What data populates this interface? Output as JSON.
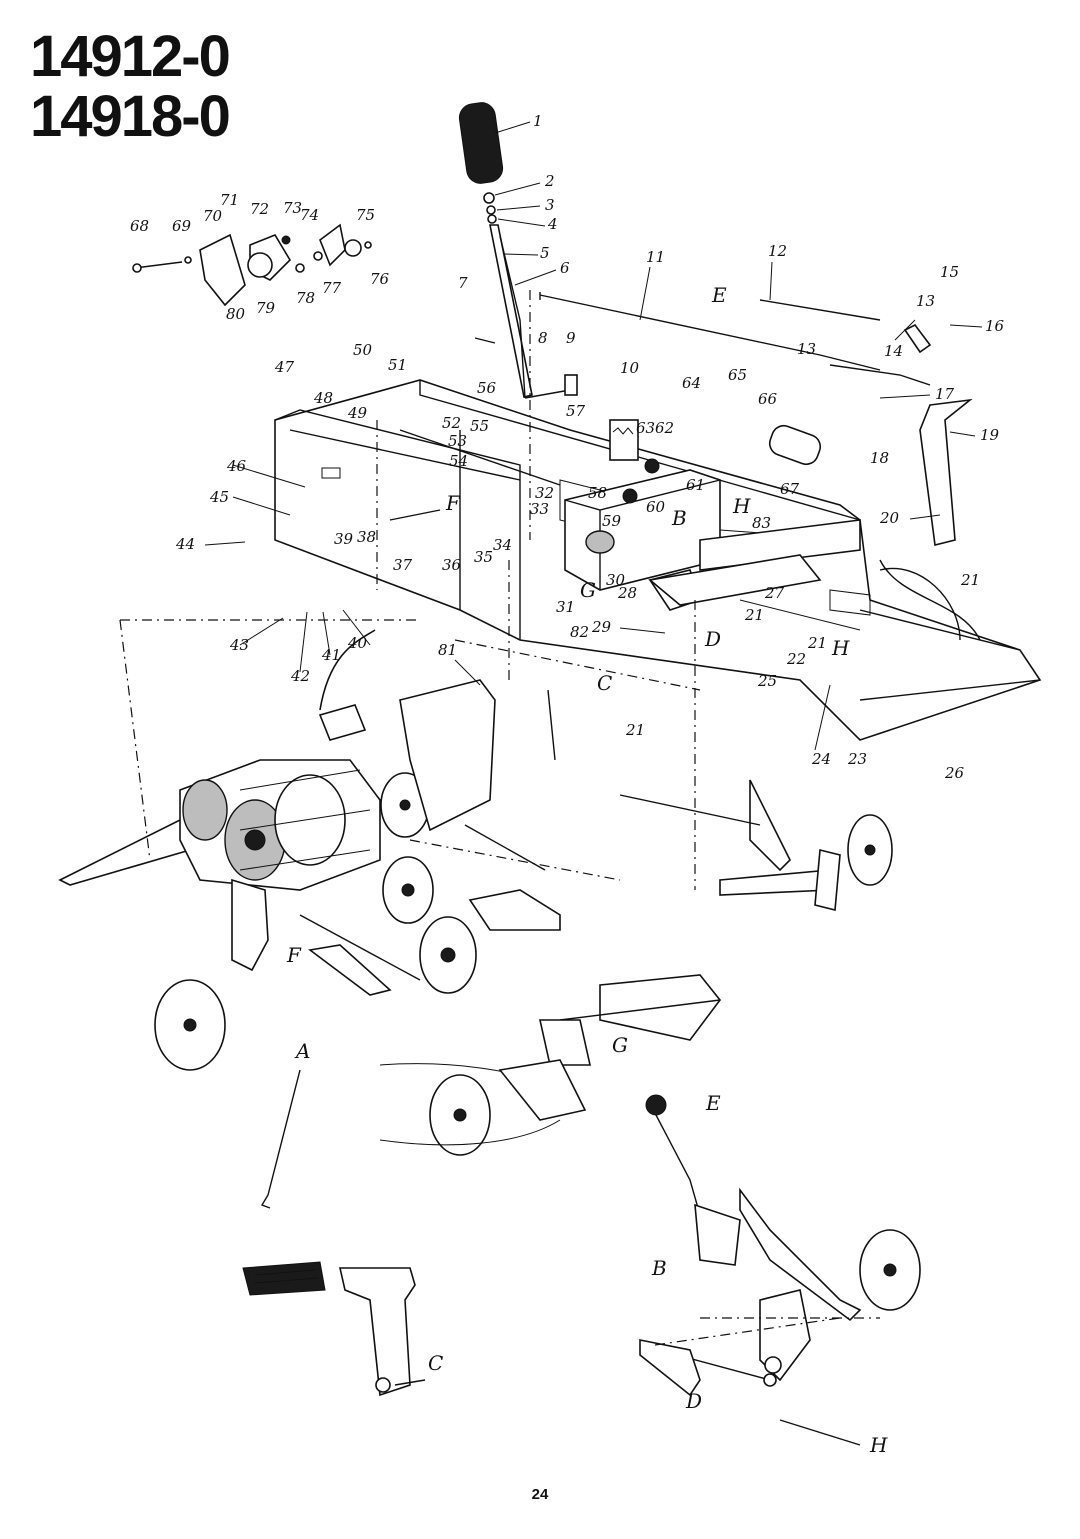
{
  "header": {
    "model_numbers": [
      "14912-0",
      "14918-0"
    ]
  },
  "footer": {
    "page_number": "24"
  },
  "callouts": [
    {
      "n": "1"
    },
    {
      "n": "2"
    },
    {
      "n": "3"
    },
    {
      "n": "4"
    },
    {
      "n": "5"
    },
    {
      "n": "6"
    },
    {
      "n": "7"
    },
    {
      "n": "8"
    },
    {
      "n": "9"
    },
    {
      "n": "10"
    },
    {
      "n": "11"
    },
    {
      "n": "12"
    },
    {
      "n": "13"
    },
    {
      "n": "13"
    },
    {
      "n": "14"
    },
    {
      "n": "15"
    },
    {
      "n": "16"
    },
    {
      "n": "17"
    },
    {
      "n": "18"
    },
    {
      "n": "19"
    },
    {
      "n": "20"
    },
    {
      "n": "21"
    },
    {
      "n": "21"
    },
    {
      "n": "21"
    },
    {
      "n": "21"
    },
    {
      "n": "22"
    },
    {
      "n": "23"
    },
    {
      "n": "24"
    },
    {
      "n": "25"
    },
    {
      "n": "26"
    },
    {
      "n": "27"
    },
    {
      "n": "28"
    },
    {
      "n": "29"
    },
    {
      "n": "30"
    },
    {
      "n": "31"
    },
    {
      "n": "32"
    },
    {
      "n": "33"
    },
    {
      "n": "34"
    },
    {
      "n": "35"
    },
    {
      "n": "36"
    },
    {
      "n": "37"
    },
    {
      "n": "38"
    },
    {
      "n": "39"
    },
    {
      "n": "40"
    },
    {
      "n": "41"
    },
    {
      "n": "42"
    },
    {
      "n": "43"
    },
    {
      "n": "44"
    },
    {
      "n": "45"
    },
    {
      "n": "46"
    },
    {
      "n": "47"
    },
    {
      "n": "48"
    },
    {
      "n": "49"
    },
    {
      "n": "50"
    },
    {
      "n": "51"
    },
    {
      "n": "52"
    },
    {
      "n": "53"
    },
    {
      "n": "54"
    },
    {
      "n": "55"
    },
    {
      "n": "56"
    },
    {
      "n": "57"
    },
    {
      "n": "58"
    },
    {
      "n": "59"
    },
    {
      "n": "60"
    },
    {
      "n": "61"
    },
    {
      "n": "62"
    },
    {
      "n": "63"
    },
    {
      "n": "64"
    },
    {
      "n": "65"
    },
    {
      "n": "66"
    },
    {
      "n": "67"
    },
    {
      "n": "68"
    },
    {
      "n": "69"
    },
    {
      "n": "70"
    },
    {
      "n": "71"
    },
    {
      "n": "72"
    },
    {
      "n": "73"
    },
    {
      "n": "74"
    },
    {
      "n": "75"
    },
    {
      "n": "76"
    },
    {
      "n": "77"
    },
    {
      "n": "78"
    },
    {
      "n": "79"
    },
    {
      "n": "80"
    },
    {
      "n": "81"
    },
    {
      "n": "82"
    },
    {
      "n": "83"
    }
  ],
  "reference_letters": [
    {
      "l": "E"
    },
    {
      "l": "F"
    },
    {
      "l": "G"
    },
    {
      "l": "B"
    },
    {
      "l": "D"
    },
    {
      "l": "C"
    },
    {
      "l": "H"
    },
    {
      "l": "H"
    },
    {
      "l": "F"
    },
    {
      "l": "A"
    },
    {
      "l": "G"
    },
    {
      "l": "E"
    },
    {
      "l": "B"
    },
    {
      "l": "C"
    },
    {
      "l": "D"
    },
    {
      "l": "H"
    }
  ]
}
